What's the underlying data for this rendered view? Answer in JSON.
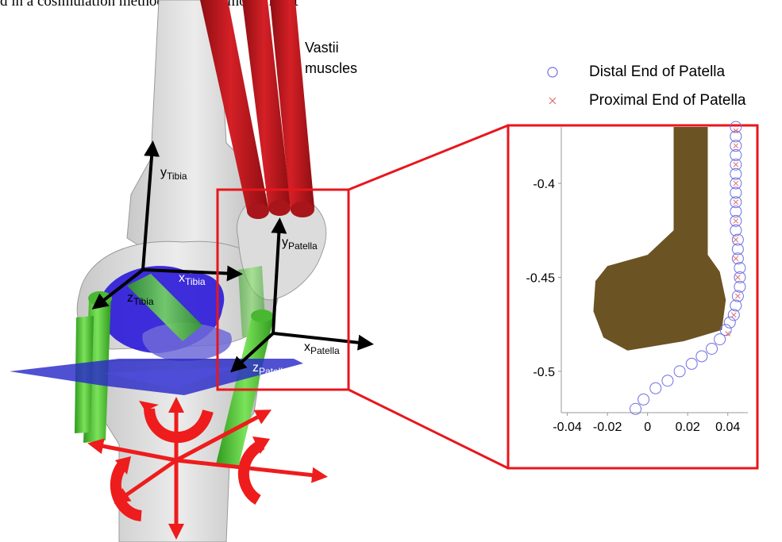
{
  "caption_fragment": "d in a cosimulation methodology, the model must",
  "labels": {
    "vastii": [
      "Vastii",
      "muscles"
    ],
    "y_tibia": {
      "base": "y",
      "sub": "Tibia"
    },
    "x_tibia": {
      "base": "x",
      "sub": "Tibia"
    },
    "z_tibia": {
      "base": "z",
      "sub": "Tibia"
    },
    "y_patella": {
      "base": "y",
      "sub": "Patella"
    },
    "x_patella": {
      "base": "x",
      "sub": "Patella"
    },
    "z_patella": {
      "base": "z",
      "sub": "Patella"
    }
  },
  "colors": {
    "bone": "#d9d9d9",
    "muscle": "#c0161c",
    "ligament_green": "#5fcf3c",
    "meniscus_blue": "#2a18d8",
    "plane": "#2a2ac8",
    "highlight_box": "#e8161c",
    "patella_shape": "#6b5323",
    "distal_marker": "#7070e0",
    "proximal_marker": "#e07070"
  },
  "chart_data": {
    "type": "scatter",
    "title": "",
    "xlabel": "",
    "ylabel": "",
    "xlim": [
      -0.043,
      0.05
    ],
    "ylim": [
      -0.522,
      -0.37
    ],
    "x_ticks": [
      "-0.04",
      "-0.02",
      "0",
      "0.02",
      "0.04"
    ],
    "y_ticks": [
      "-0.4",
      "-0.45",
      "-0.5"
    ],
    "legend_position": "top-right",
    "series": [
      {
        "name": "Distal End of Patella",
        "marker": "circle",
        "color": "#7070e0",
        "points": [
          [
            -0.006,
            -0.52
          ],
          [
            -0.002,
            -0.515
          ],
          [
            0.004,
            -0.509
          ],
          [
            0.01,
            -0.505
          ],
          [
            0.016,
            -0.5
          ],
          [
            0.022,
            -0.496
          ],
          [
            0.027,
            -0.492
          ],
          [
            0.032,
            -0.488
          ],
          [
            0.036,
            -0.483
          ],
          [
            0.039,
            -0.478
          ],
          [
            0.041,
            -0.474
          ],
          [
            0.043,
            -0.47
          ],
          [
            0.044,
            -0.465
          ],
          [
            0.045,
            -0.46
          ],
          [
            0.046,
            -0.455
          ],
          [
            0.046,
            -0.45
          ],
          [
            0.046,
            -0.445
          ],
          [
            0.045,
            -0.44
          ],
          [
            0.045,
            -0.435
          ],
          [
            0.045,
            -0.43
          ],
          [
            0.044,
            -0.425
          ],
          [
            0.044,
            -0.42
          ],
          [
            0.044,
            -0.415
          ],
          [
            0.044,
            -0.41
          ],
          [
            0.044,
            -0.405
          ],
          [
            0.044,
            -0.4
          ],
          [
            0.044,
            -0.395
          ],
          [
            0.044,
            -0.39
          ],
          [
            0.044,
            -0.385
          ],
          [
            0.044,
            -0.38
          ],
          [
            0.044,
            -0.375
          ],
          [
            0.044,
            -0.37
          ]
        ]
      },
      {
        "name": "Proximal End of Patella",
        "marker": "x",
        "color": "#e07070",
        "points": [
          [
            0.04,
            -0.48
          ],
          [
            0.043,
            -0.47
          ],
          [
            0.045,
            -0.46
          ],
          [
            0.045,
            -0.45
          ],
          [
            0.044,
            -0.44
          ],
          [
            0.044,
            -0.43
          ],
          [
            0.044,
            -0.42
          ],
          [
            0.044,
            -0.41
          ],
          [
            0.044,
            -0.4
          ],
          [
            0.044,
            -0.39
          ],
          [
            0.044,
            -0.38
          ],
          [
            0.044,
            -0.372
          ]
        ]
      }
    ],
    "patella_outline": [
      [
        0.013,
        -0.37
      ],
      [
        0.013,
        -0.425
      ],
      [
        0.0,
        -0.438
      ],
      [
        -0.02,
        -0.444
      ],
      [
        -0.026,
        -0.452
      ],
      [
        -0.027,
        -0.468
      ],
      [
        -0.022,
        -0.482
      ],
      [
        -0.01,
        -0.489
      ],
      [
        0.018,
        -0.484
      ],
      [
        0.037,
        -0.478
      ],
      [
        0.039,
        -0.462
      ],
      [
        0.036,
        -0.447
      ],
      [
        0.03,
        -0.438
      ],
      [
        0.03,
        -0.37
      ]
    ]
  }
}
